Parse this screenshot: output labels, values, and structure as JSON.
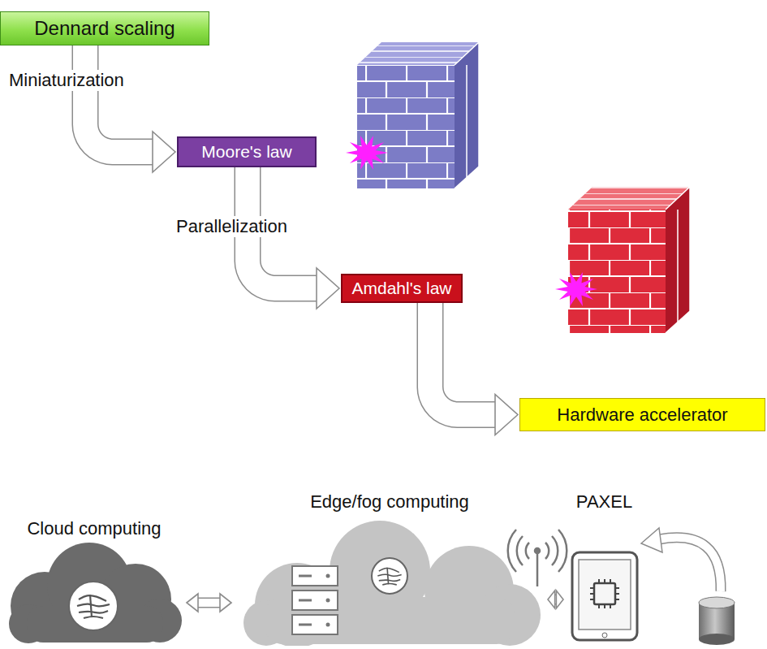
{
  "diagram": {
    "nodes": [
      {
        "text": [
          "Dennard scaling"
        ]
      },
      {
        "text": [
          "Moore's law"
        ]
      },
      {
        "text": [
          "Amdahl's law"
        ]
      },
      {
        "text": [
          "Hardware accelerator"
        ]
      },
      {
        "text": [
          "Cloud computing"
        ]
      },
      {
        "text": [
          "Edge/fog computing"
        ]
      },
      {
        "text": [
          "PAXEL"
        ]
      }
    ],
    "edges": [
      {
        "from": 0,
        "to": 1,
        "label": "Miniaturization",
        "arrow": "to"
      },
      {
        "from": 1,
        "to": 2,
        "label": "Parallelization",
        "arrow": "to"
      },
      {
        "from": 2,
        "to": 3,
        "arrow": "to"
      },
      {
        "from": 4,
        "to": 5,
        "arrow": "both"
      },
      {
        "from": 5,
        "to": 6,
        "arrow": "both"
      }
    ]
  }
}
